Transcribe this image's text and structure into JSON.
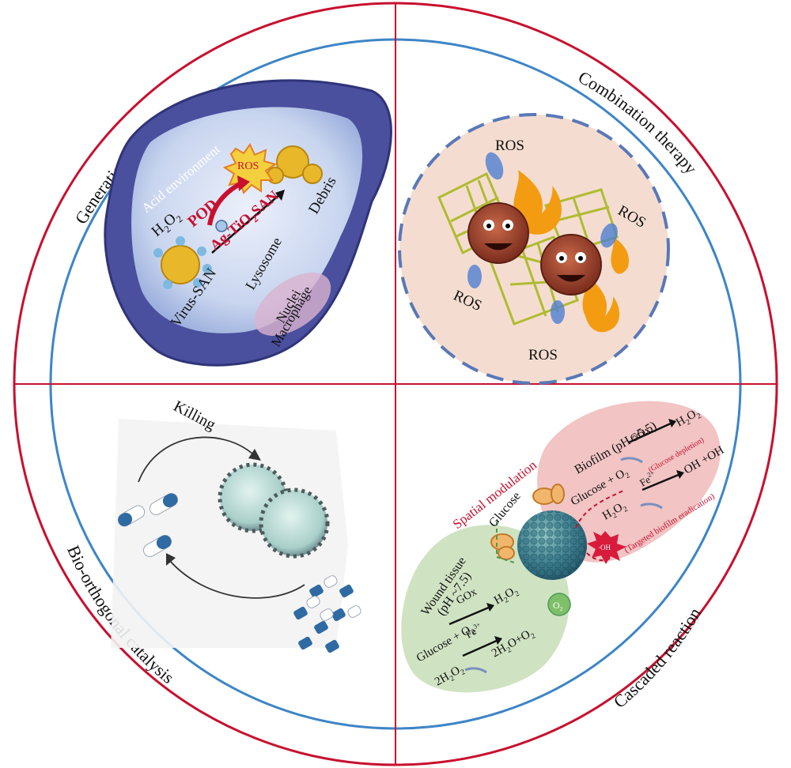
{
  "colors": {
    "outer_ring": "#c8102e",
    "inner_ring": "#3d85c6",
    "divider": "#c8102e",
    "accent_red": "#c8102e",
    "macrophage": "#4a4f9e",
    "tissue_green": "#cfe3c2",
    "biofilm_pink": "#f2c4c4",
    "combo_bg": "#f4ddd0",
    "combo_border": "#5a78b8"
  },
  "quadrants": {
    "top_left": "Generation of ROS",
    "top_right": "Combination therapy",
    "bottom_left": "Bio-orthogonal catalysis",
    "bottom_right": "Cascaded reaction"
  },
  "ros_panel": {
    "acid": "Acid environment",
    "ros_burst": "ROS",
    "pod": "POD",
    "h2o2_main": "H",
    "h2o2_sub1": "2",
    "h2o2_mid": "O",
    "h2o2_sub2": "2",
    "catalyst_a": "Ag-TiO",
    "catalyst_sub": "2",
    "catalyst_b": "SAN",
    "debris": "Debris",
    "lysosome": "Lysosome",
    "virus": "Virus-SAN",
    "nuclei": "Nuclei",
    "macrophage": "Macrophage"
  },
  "combo_panel": {
    "ros_top": "ROS",
    "ros_right": "ROS",
    "ros_left": "ROS",
    "ros_bottom": "ROS"
  },
  "bio_panel": {
    "killing": "Killing"
  },
  "cascade_panel": {
    "spatial": "Spatial modulation",
    "glucose": "Glucose",
    "biofilm": "Biofilm (pH ~5.5)",
    "eq1_left": "Glucose + O",
    "eq1_sub": "2",
    "eq1_cat": "GOx",
    "eq1_right": "H",
    "eq1_r_sub1": "2",
    "eq1_r_mid": "O",
    "eq1_r_sub2": "2",
    "eq1_note": "(Glucose depletion)",
    "eq2_left": "H",
    "eq2_l_sub1": "2",
    "eq2_l_mid": "O",
    "eq2_l_sub2": "2",
    "eq2_cat": "Fe",
    "eq2_cat_sup": "2+",
    "eq2_right": "OH",
    "eq2_right_b": " +OH",
    "eq2_note": "(Targeted biofilm eradication)",
    "oh_badge": "·OH",
    "wound": "Wound tissue",
    "wound_ph": "(pH ~7.5)",
    "eq3_left": "Glucose + O",
    "eq3_sub": "2",
    "eq3_cat": "GOx",
    "eq3_right": "H",
    "eq3_r_sub1": "2",
    "eq3_r_mid": "O",
    "eq3_r_sub2": "2",
    "eq4_left": "2H",
    "eq4_l_sub1": "2",
    "eq4_l_mid": "O",
    "eq4_l_sub2": "2",
    "eq4_cat": "Fe",
    "eq4_cat_sup": "3+",
    "eq4_r1": "2H",
    "eq4_r_sub1": "2",
    "eq4_r_mid": "O",
    "eq4_r_plus": "+O",
    "eq4_r_sub2": "2",
    "o2_bubble": "O",
    "o2_sub": "2"
  }
}
